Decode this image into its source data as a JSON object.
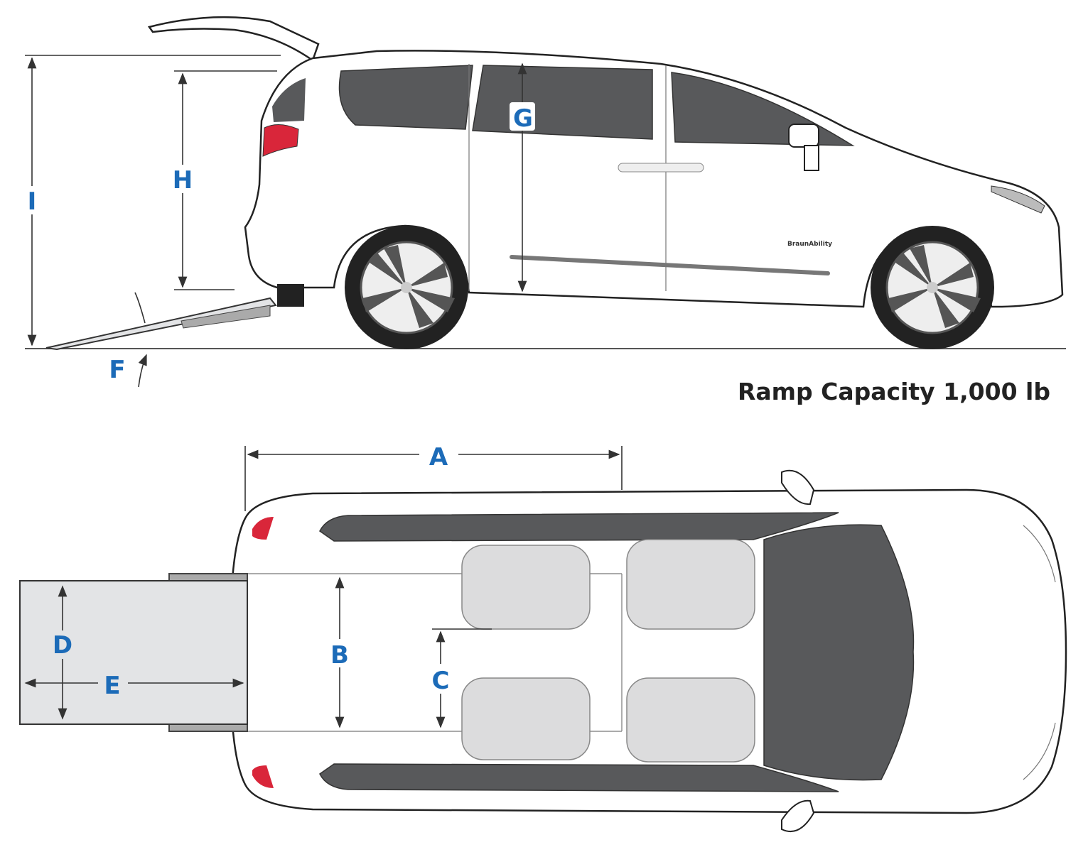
{
  "labels": {
    "A": "A",
    "B": "B",
    "C": "C",
    "D": "D",
    "E": "E",
    "F": "F",
    "G": "G",
    "H": "H",
    "I": "I"
  },
  "caption": "Ramp Capacity 1,000 lb",
  "logo_text": "BraunAbility",
  "colors": {
    "label_blue": "#1c6bb8",
    "window": "#58595b",
    "ramp": "#e3e4e6",
    "taillight": "#d9263a"
  }
}
